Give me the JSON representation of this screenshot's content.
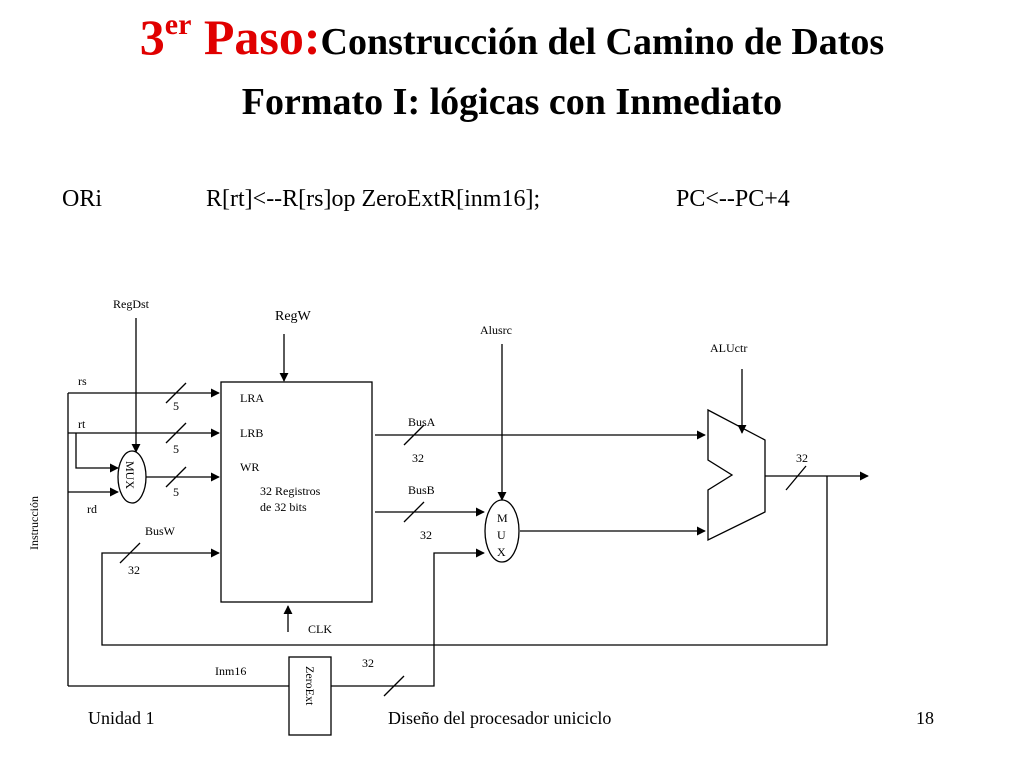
{
  "title": {
    "accent_number": "3",
    "accent_sup": "er",
    "accent_word": "Paso:",
    "main": "Construcción del Camino de Datos",
    "subtitle": "Formato I: lógicas con Inmediato"
  },
  "instruction": {
    "mnemonic": "ORi",
    "operation": "R[rt]<--R[rs]op ZeroExtR[inm16];",
    "pc_update": "PC<--PC+4"
  },
  "diagram": {
    "regdst": "RegDst",
    "regw": "RegW",
    "alusrc": "Alusrc",
    "aluctr": "ALUctr",
    "rs": "rs",
    "rt": "rt",
    "rd": "rd",
    "instruccion": "Instrucción",
    "mux1": "MUX",
    "mux2_m": "M",
    "mux2_u": "U",
    "mux2_x": "X",
    "lra": "LRA",
    "lrb": "LRB",
    "wr": "WR",
    "regfile_line1": "32 Registros",
    "regfile_line2": "de 32 bits",
    "busa": "BusA",
    "busb": "BusB",
    "busw": "BusW",
    "clk": "CLK",
    "inm16": "Inm16",
    "zeroext": "ZeroExt",
    "w5_rs": "5",
    "w5_rt": "5",
    "w5_wr": "5",
    "w32_busa": "32",
    "w32_busb": "32",
    "w32_busw": "32",
    "w32_alu": "32",
    "w32_zext": "32"
  },
  "footer": {
    "left": "Unidad 1",
    "center": "Diseño del procesador uniciclo",
    "page": "18"
  }
}
